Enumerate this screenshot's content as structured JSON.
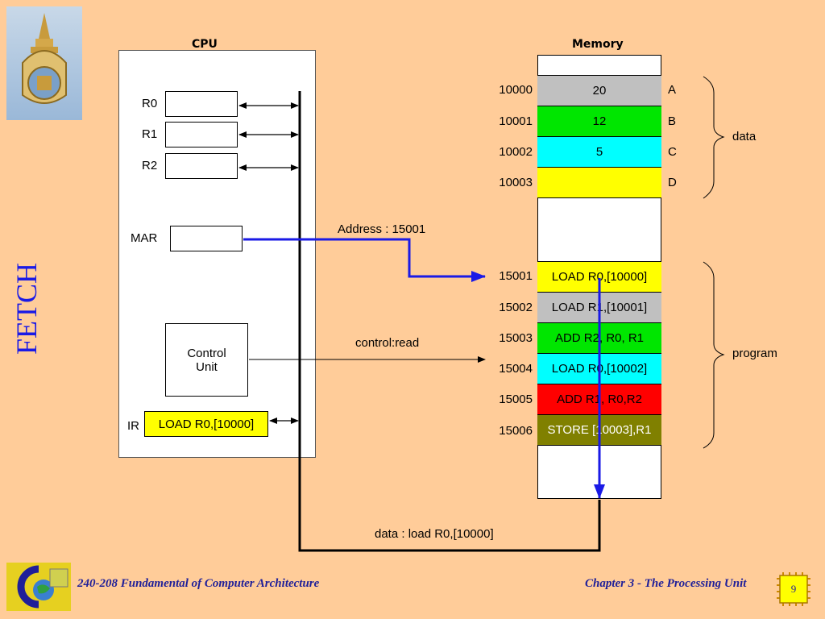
{
  "slide_title": "FETCH",
  "cpu": {
    "title": "CPU",
    "registers": [
      "R0",
      "R1",
      "R2"
    ],
    "mar_label": "MAR",
    "control_unit_line1": "Control",
    "control_unit_line2": "Unit",
    "ir_label": "IR",
    "ir_value": "LOAD R0,[10000]"
  },
  "memory": {
    "title": "Memory",
    "data_cells": [
      {
        "address": "10000",
        "value": "20",
        "name": "A",
        "color": "#C0C0C0"
      },
      {
        "address": "10001",
        "value": "12",
        "name": "B",
        "color": "#00E600"
      },
      {
        "address": "10002",
        "value": "5",
        "name": "C",
        "color": "#00FFFF"
      },
      {
        "address": "10003",
        "value": "",
        "name": "D",
        "color": "#FFFF00"
      }
    ],
    "program_cells": [
      {
        "address": "15001",
        "value": "LOAD R0,[10000]",
        "color": "#FFFF00",
        "text_color": "#000000"
      },
      {
        "address": "15002",
        "value": "LOAD R1,[10001]",
        "color": "#C0C0C0",
        "text_color": "#000000"
      },
      {
        "address": "15003",
        "value": "ADD R2, R0, R1",
        "color": "#00E600",
        "text_color": "#000000"
      },
      {
        "address": "15004",
        "value": "LOAD R0,[10002]",
        "color": "#00FFFF",
        "text_color": "#000000"
      },
      {
        "address": "15005",
        "value": "ADD R1, R0,R2",
        "color": "#FF0000",
        "text_color": "#000000"
      },
      {
        "address": "15006",
        "value": "STORE [10003],R1",
        "color": "#808000",
        "text_color": "#FFFFFF"
      }
    ],
    "data_brace_label": "data",
    "program_brace_label": "program"
  },
  "buses": {
    "address_label": "Address : 15001",
    "control_label": "control:read",
    "data_label": "data : load R0,[10000]"
  },
  "footer": {
    "course": "240-208 Fundamental of Computer Architecture",
    "chapter": "Chapter 3 - The Processing Unit",
    "page": "9"
  },
  "colors": {
    "background": "#FFCC99",
    "accent_blue": "#1A1AE6",
    "footer_text": "#1F1F99"
  }
}
